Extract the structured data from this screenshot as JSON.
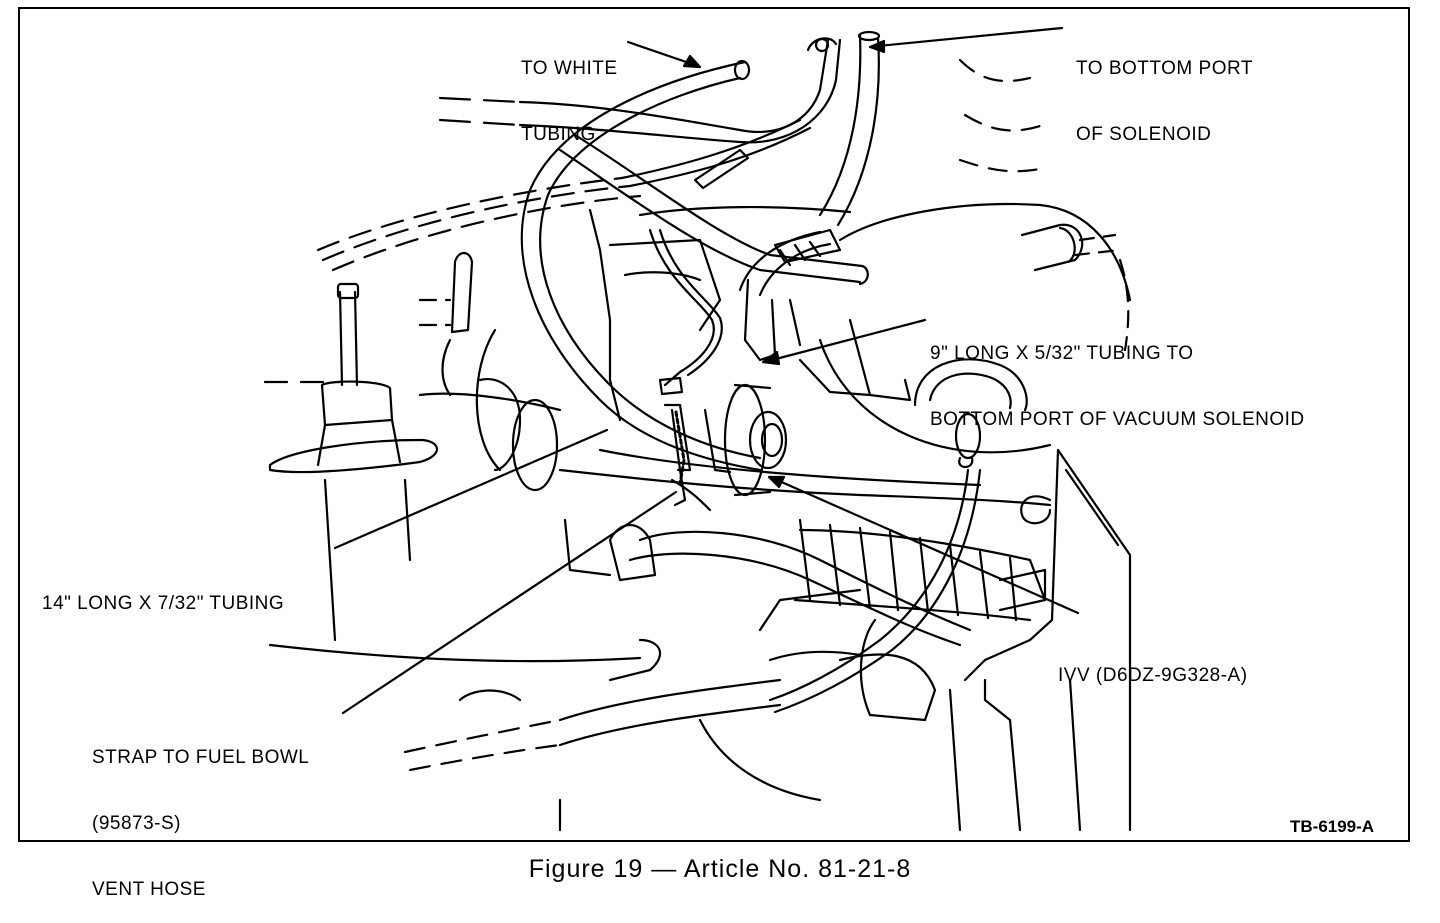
{
  "labels": {
    "white_tubing": [
      "TO WHITE",
      "TUBING"
    ],
    "bottom_port": [
      "TO BOTTOM PORT",
      "OF SOLENOID"
    ],
    "nine_inch": [
      "9\" LONG X 5/32\" TUBING TO",
      "BOTTOM PORT OF VACUUM SOLENOID"
    ],
    "fourteen_inch": [
      "14\" LONG X 7/32\" TUBING"
    ],
    "ivv": [
      "IVV (D6DZ-9G328-A)"
    ],
    "strap": [
      "STRAP TO FUEL BOWL",
      "(95873-S)",
      "VENT HOSE"
    ]
  },
  "figure_code": "TB-6199-A",
  "caption": "Figure 19 — Article No. 81-21-8"
}
